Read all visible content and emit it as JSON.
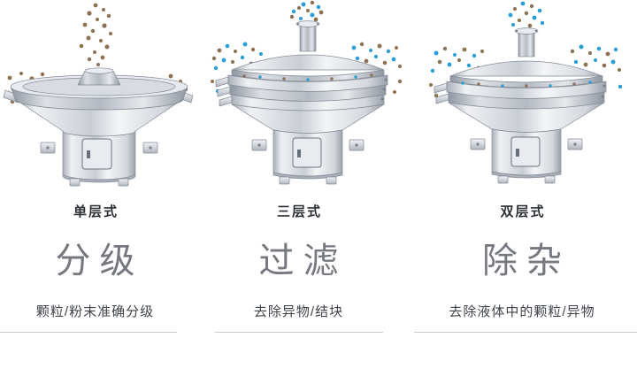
{
  "page": {
    "background": "#ffffff"
  },
  "colors": {
    "particle_brown": "#8c7152",
    "particle_blue": "#2a9ed5",
    "title_text": "#75797f",
    "label_text": "#2b3036",
    "subtitle_text": "#3f444a",
    "divider": "#c9cdd2"
  },
  "columns": [
    {
      "machine_type_label": "单层式",
      "function_title": "分级",
      "function_description": "颗粒/粉末准确分级",
      "illustration": "single-deck-vibrating-sifter",
      "particles": [
        "brown"
      ]
    },
    {
      "machine_type_label": "三层式",
      "function_title": "过滤",
      "function_description": "去除异物/结块",
      "illustration": "three-deck-vibrating-sifter",
      "particles": [
        "brown",
        "blue"
      ]
    },
    {
      "machine_type_label": "双层式",
      "function_title": "除杂",
      "function_description": "去除液体中的颗粒/异物",
      "illustration": "double-deck-vibrating-sifter",
      "particles": [
        "brown",
        "blue"
      ]
    }
  ]
}
